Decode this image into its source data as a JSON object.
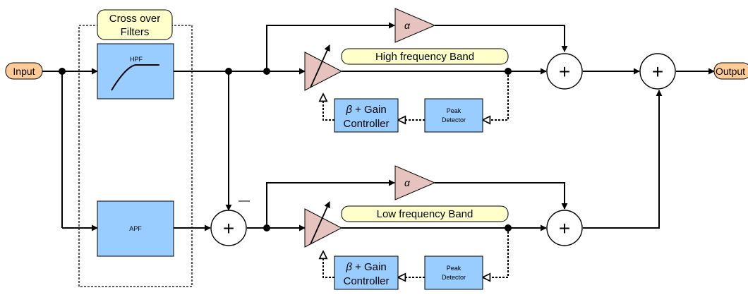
{
  "io": {
    "input": "Input",
    "output": "Output"
  },
  "crossover": {
    "line1": "Cross over",
    "line2": "Filters"
  },
  "filters": {
    "hpf": "HPF",
    "apf": "APF"
  },
  "bands": {
    "high": "High frequency Band",
    "low": "Low frequency Band"
  },
  "gain_alpha": "α",
  "controller": {
    "symbol": "β",
    "line1_suffix": " + Gain",
    "line2": "Controller"
  },
  "peak_detector": {
    "line1": "Peak",
    "line2": "Detector"
  },
  "minus_sign": "—",
  "colors": {
    "filter_fill": "#99CCFF",
    "amplifier_fill": "#E7C3C0",
    "label_fill": "#FFFFCC",
    "io_fill": "#FFCC99",
    "line": "#000000"
  }
}
